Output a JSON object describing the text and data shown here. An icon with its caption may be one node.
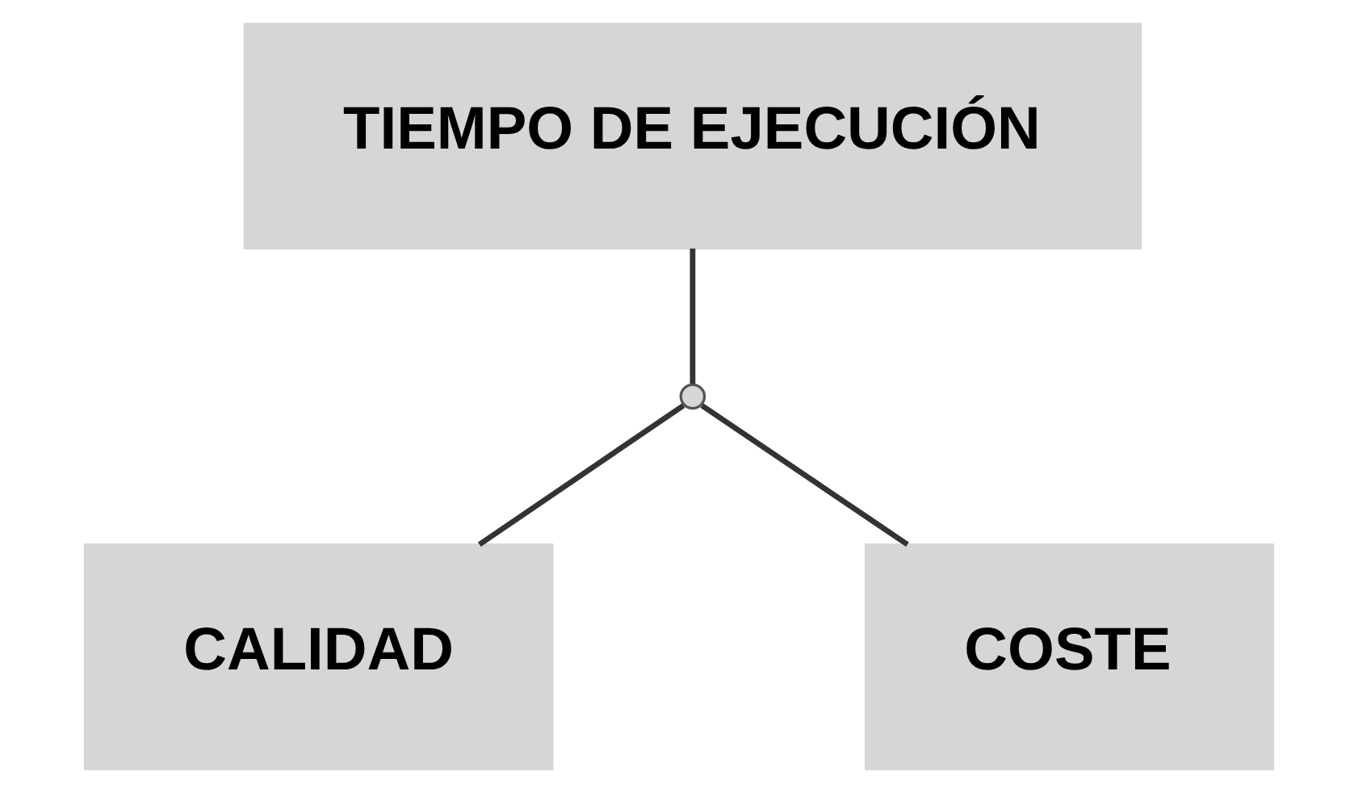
{
  "diagram": {
    "nodes": [
      {
        "text": [
          "TIEMPO DE EJECUCIÓN"
        ]
      },
      {
        "text": [],
        "shape": "point"
      },
      {
        "text": [
          "CALIDAD"
        ]
      },
      {
        "text": [
          "COSTE"
        ]
      }
    ],
    "edges": [
      {
        "from": 0,
        "to": 1,
        "arrow": "none"
      },
      {
        "from": 1,
        "to": 2,
        "arrow": "none"
      },
      {
        "from": 1,
        "to": 3,
        "arrow": "none"
      }
    ]
  }
}
